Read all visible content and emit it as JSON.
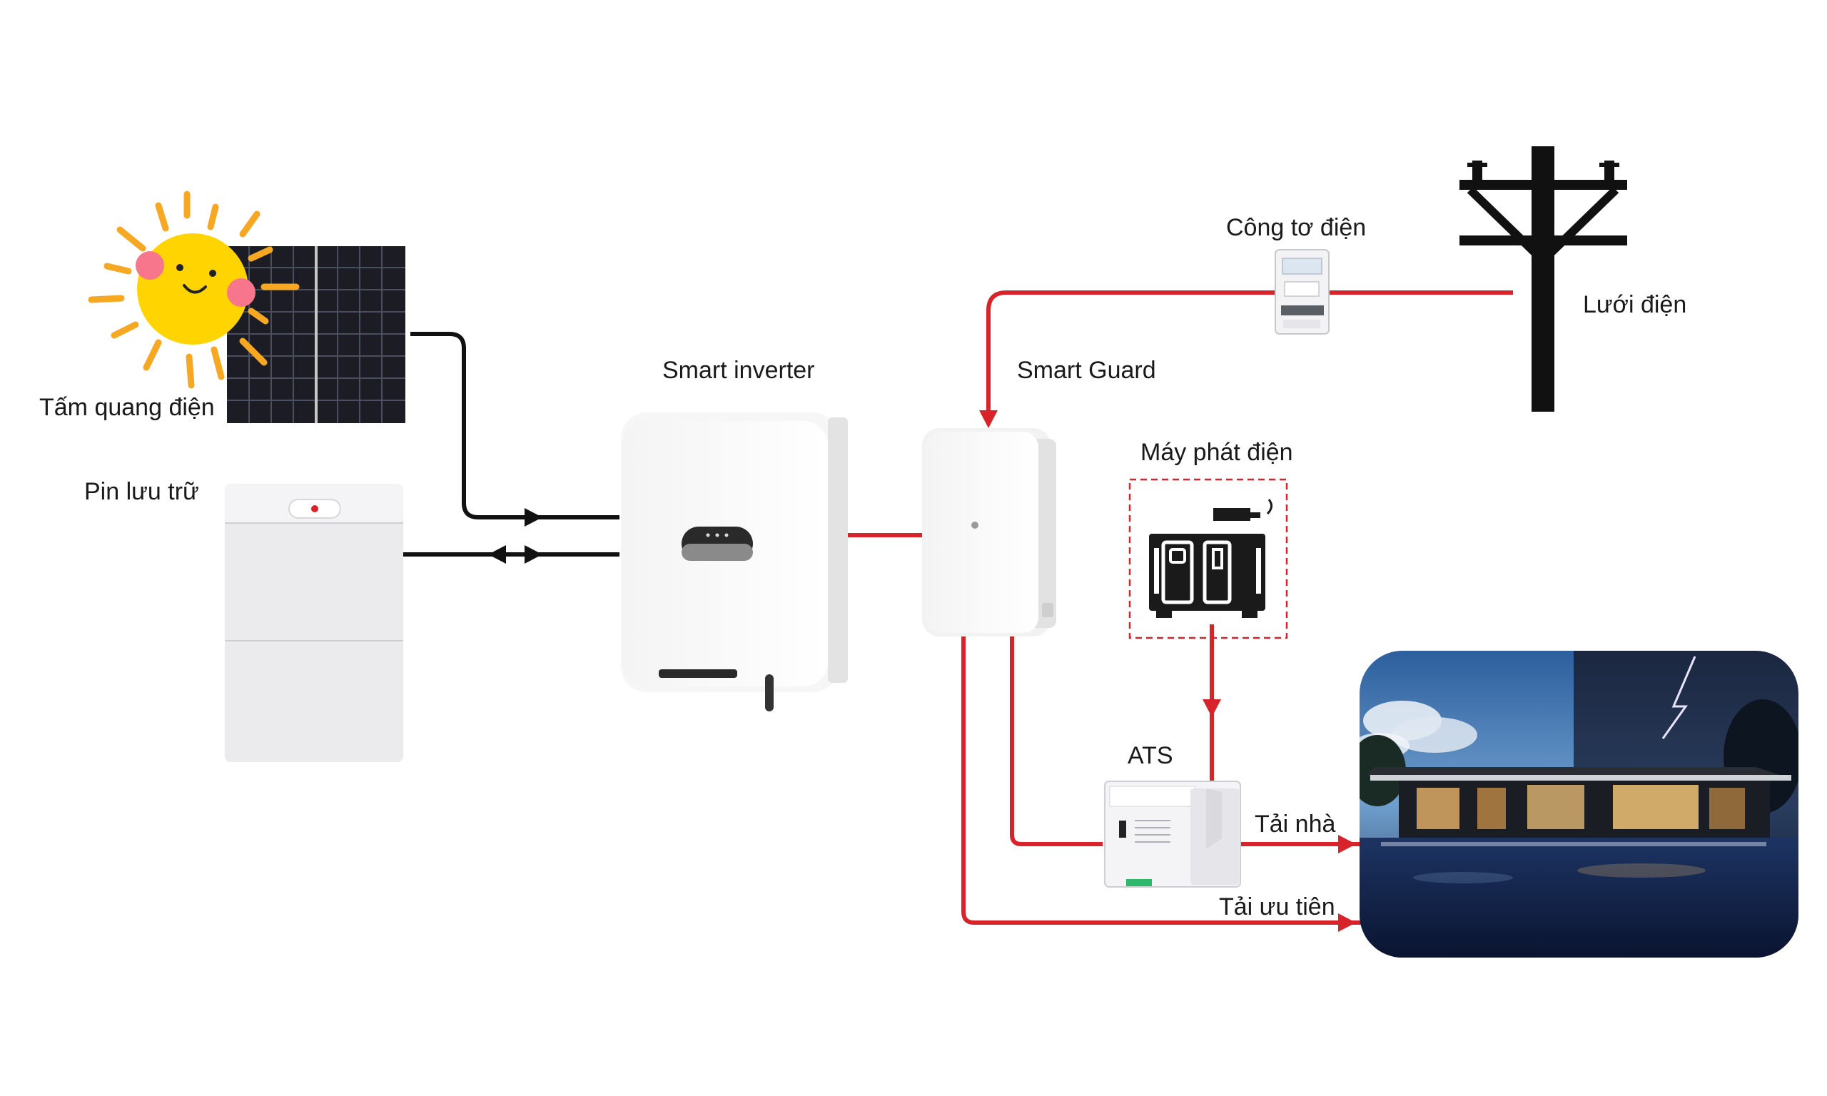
{
  "labels": {
    "solar_panel": "Tấm quang điện",
    "battery": "Pin lưu trữ",
    "inverter": "Smart inverter",
    "smart_guard": "Smart Guard",
    "meter": "Công tơ điện",
    "grid": "Lưới điện",
    "generator": "Máy phát điện",
    "ats": "ATS",
    "home_load": "Tải nhà",
    "priority_load": "Tải ưu tiên"
  },
  "colors": {
    "dc_line": "#111111",
    "ac_line": "#d8232a",
    "generator_border": "#d8232a",
    "sun": "#ffd400",
    "sun_rays": "#f7a823"
  },
  "icons": {
    "sun": "smiling-sun-icon",
    "solar_panel": "solar-panel-icon",
    "battery": "battery-cabinet-icon",
    "inverter": "inverter-icon",
    "smart_guard": "smart-guard-icon",
    "meter": "electric-meter-icon",
    "grid": "power-pole-icon",
    "generator": "generator-icon",
    "ats": "ats-switch-icon",
    "house": "house-photo-icon"
  }
}
